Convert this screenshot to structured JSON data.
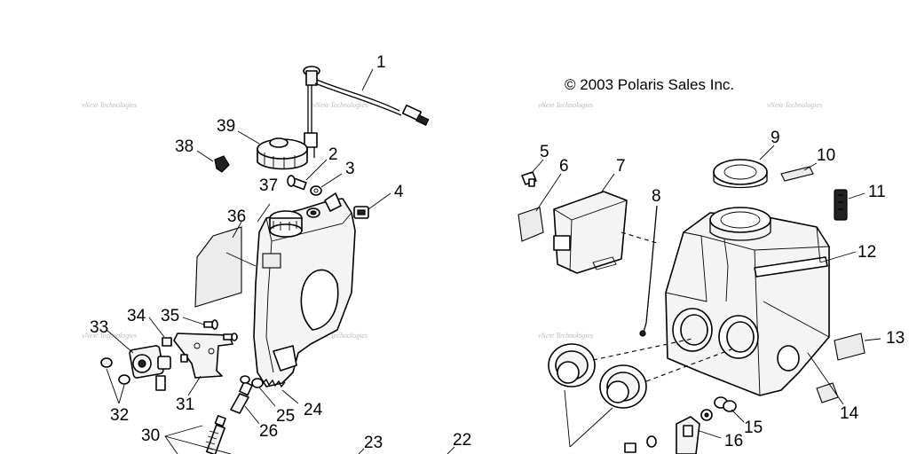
{
  "copyright": "© 2003 Polaris Sales Inc.",
  "watermark": "vNext Technologies",
  "callouts": {
    "c1": "1",
    "c2": "2",
    "c3": "3",
    "c4": "4",
    "c5": "5",
    "c6": "6",
    "c7": "7",
    "c8": "8",
    "c9": "9",
    "c10": "10",
    "c11": "11",
    "c12": "12",
    "c13": "13",
    "c14": "14",
    "c15": "15",
    "c16": "16",
    "c22": "22",
    "c23": "23",
    "c24": "24",
    "c25": "25",
    "c26": "26",
    "c30": "30",
    "c31": "31",
    "c32": "32",
    "c33": "33",
    "c34": "34",
    "c35": "35",
    "c36": "36",
    "c37": "37",
    "c38": "38",
    "c39": "39"
  }
}
